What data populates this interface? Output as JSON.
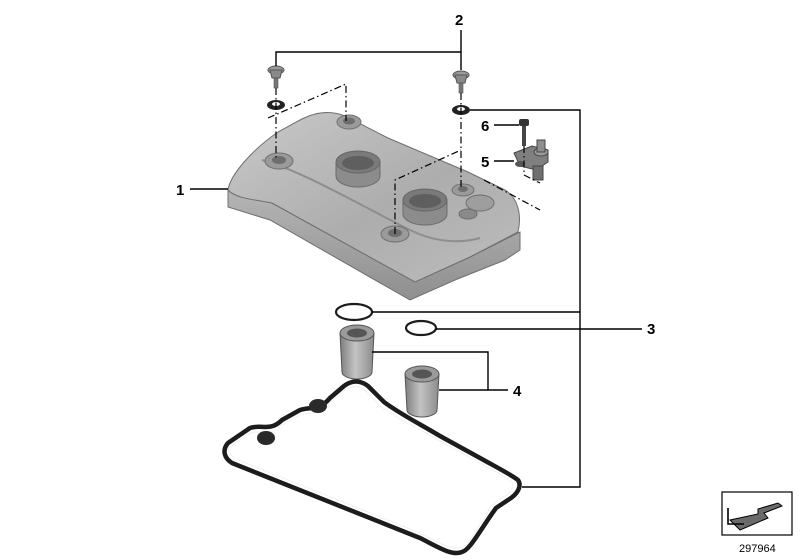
{
  "parts": [
    {
      "number": "1",
      "part": "valve-cover"
    },
    {
      "number": "2",
      "part": "bolt-with-washer"
    },
    {
      "number": "3",
      "part": "o-ring-seals-and-gasket"
    },
    {
      "number": "4",
      "part": "spark-plug-tube-seals"
    },
    {
      "number": "5",
      "part": "sensor"
    },
    {
      "number": "6",
      "part": "screw"
    }
  ],
  "reference_number": "297964",
  "colors": {
    "part_fill": "#a9a9a9",
    "part_light": "#c6c6c6",
    "part_dark": "#8a8a8a",
    "line": "#000000"
  },
  "icons": {
    "orientation": "arrow-view-icon"
  }
}
